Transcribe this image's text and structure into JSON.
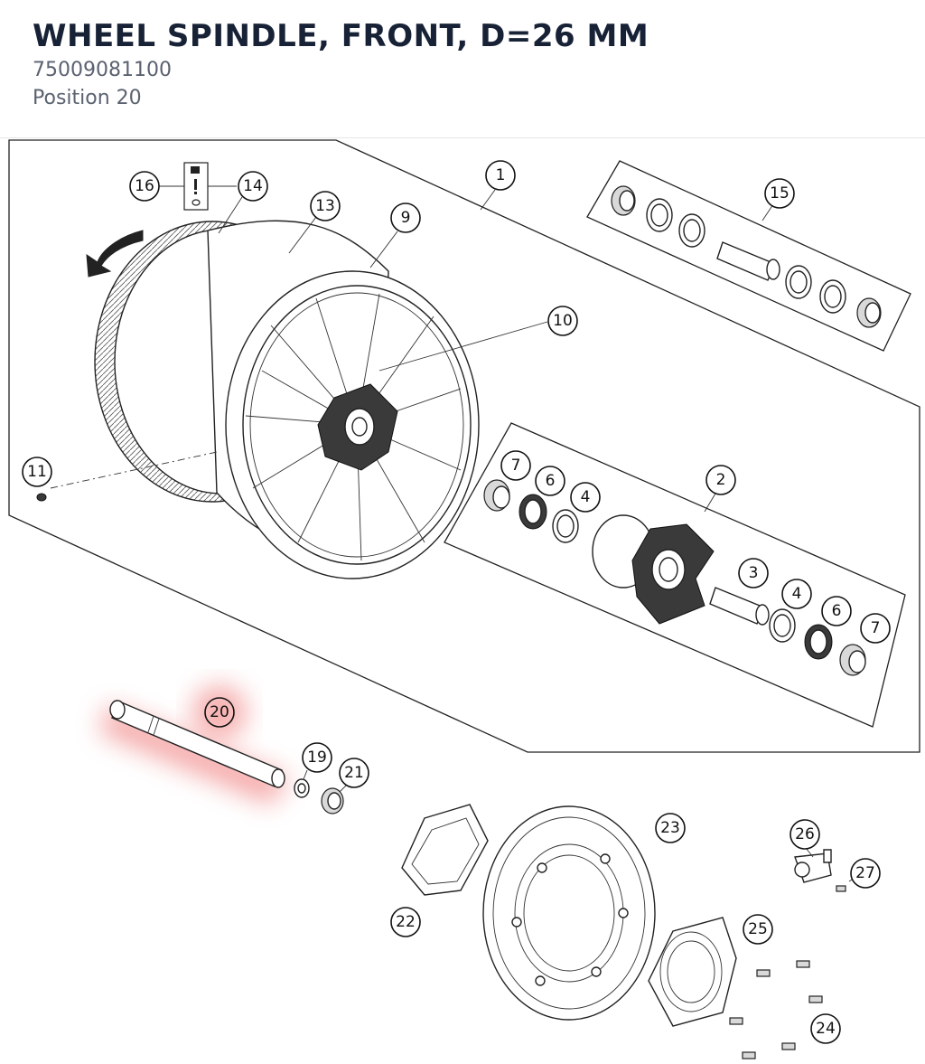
{
  "header": {
    "title": "WHEEL SPINDLE, FRONT, D=26 MM",
    "part_number": "75009081100",
    "position": "Position 20"
  },
  "colors": {
    "title": "#182236",
    "subtext": "#5b6270",
    "highlight": "#f28b8b"
  },
  "callouts": [
    {
      "id": "c1",
      "label": "1"
    },
    {
      "id": "c2",
      "label": "2"
    },
    {
      "id": "c3",
      "label": "3"
    },
    {
      "id": "c4a",
      "label": "4"
    },
    {
      "id": "c4b",
      "label": "4"
    },
    {
      "id": "c6a",
      "label": "6"
    },
    {
      "id": "c6b",
      "label": "6"
    },
    {
      "id": "c7a",
      "label": "7"
    },
    {
      "id": "c7b",
      "label": "7"
    },
    {
      "id": "c9",
      "label": "9"
    },
    {
      "id": "c10",
      "label": "10"
    },
    {
      "id": "c11",
      "label": "11"
    },
    {
      "id": "c13",
      "label": "13"
    },
    {
      "id": "c14",
      "label": "14"
    },
    {
      "id": "c15",
      "label": "15"
    },
    {
      "id": "c16",
      "label": "16"
    },
    {
      "id": "c19",
      "label": "19"
    },
    {
      "id": "c20",
      "label": "20"
    },
    {
      "id": "c21",
      "label": "21"
    },
    {
      "id": "c22",
      "label": "22"
    },
    {
      "id": "c23",
      "label": "23"
    },
    {
      "id": "c24",
      "label": "24"
    },
    {
      "id": "c25",
      "label": "25"
    },
    {
      "id": "c26",
      "label": "26"
    },
    {
      "id": "c27",
      "label": "27"
    }
  ],
  "selected_position": "20",
  "icons": {
    "rotation": "rotation-arrow-icon",
    "grease": "grease-can-icon",
    "warning": "exclamation-icon",
    "washer": "washer-icon"
  }
}
